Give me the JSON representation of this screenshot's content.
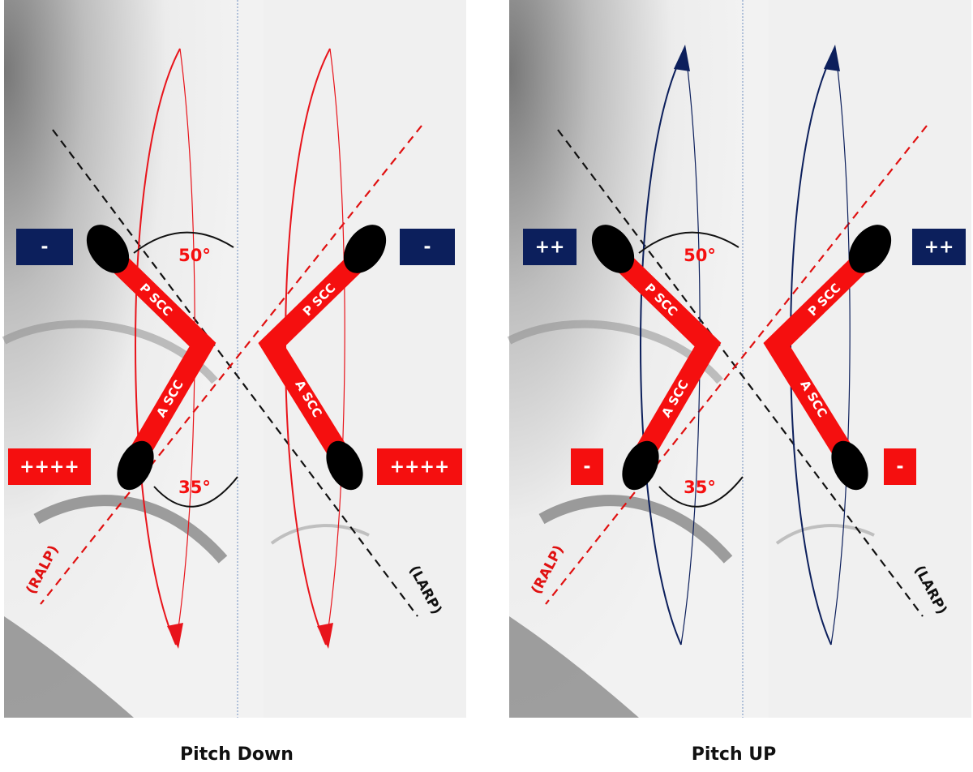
{
  "panels": [
    {
      "caption": "Pitch Down",
      "arrow_color": "#e8141b",
      "arrow_direction": "down",
      "top_label": "-",
      "top_box_color": "#0c1f5c",
      "bottom_label": "++++",
      "bottom_box_color": "#f50f0f",
      "angle_top": "50°",
      "angle_bottom": "35°",
      "canal_top": "P SCC",
      "canal_bottom": "A SCC",
      "axis_left": "(RALP)",
      "axis_right": "(LARP)"
    },
    {
      "caption": "Pitch UP",
      "arrow_color": "#0c1f5c",
      "arrow_direction": "up",
      "top_label": "++",
      "top_box_color": "#0c1f5c",
      "bottom_label": "-",
      "bottom_box_color": "#f50f0f",
      "angle_top": "50°",
      "angle_bottom": "35°",
      "canal_top": "P SCC",
      "canal_bottom": "A SCC",
      "axis_left": "(RALP)",
      "axis_right": "(LARP)"
    }
  ],
  "colors": {
    "canal": "#f50f0f",
    "ampulla": "#000000",
    "midline": "#6f8fc0",
    "dash_black": "#111111",
    "dash_red": "#e01010"
  }
}
